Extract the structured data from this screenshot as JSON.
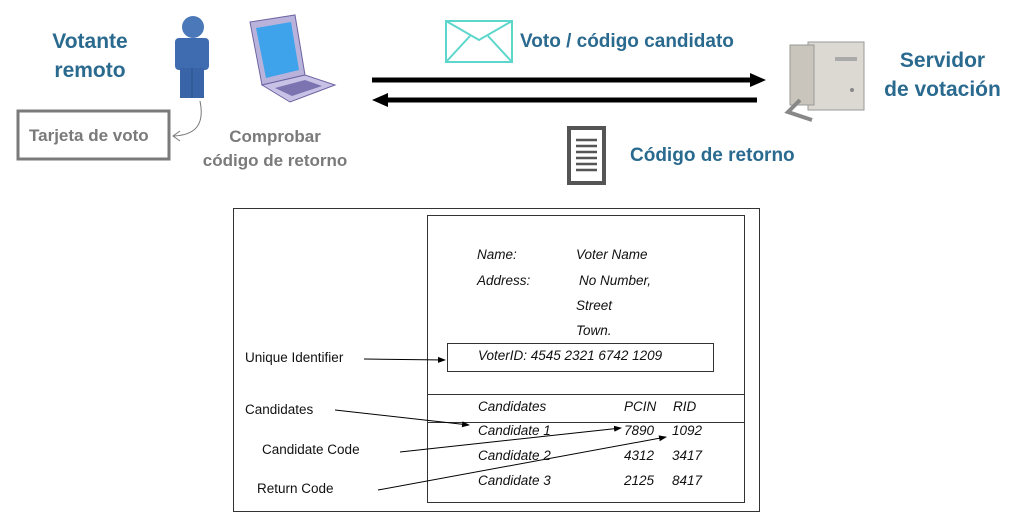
{
  "top": {
    "voter_title": [
      "Votante",
      "remoto"
    ],
    "card_label": "Tarjeta de voto",
    "check_label": [
      "Comprobar",
      "código de retorno"
    ],
    "vote_message": "Voto / código candidato",
    "server_title": [
      "Servidor",
      "de votación"
    ],
    "return_message": "Código de retorno",
    "colors": {
      "title": "#2b6a8f",
      "envelope": "#5dd6cc",
      "gray": "#7a7a7a"
    }
  },
  "card": {
    "name_label": "Name:",
    "name_value": "Voter Name",
    "address_label": "Address:",
    "address_lines": [
      "No Number,",
      "Street",
      "Town."
    ],
    "voter_id": "VoterID: 4545 2321 6742 1209",
    "table": {
      "headers": [
        "Candidates",
        "PCIN",
        "RID"
      ],
      "rows": [
        [
          "Candidate 1",
          "7890",
          "1092"
        ],
        [
          "Candidate 2",
          "4312",
          "3417"
        ],
        [
          "Candidate 3",
          "2125",
          "8417"
        ]
      ]
    },
    "annotations": [
      "Unique Identifier",
      "Candidates",
      "Candidate Code",
      "Return Code"
    ]
  }
}
